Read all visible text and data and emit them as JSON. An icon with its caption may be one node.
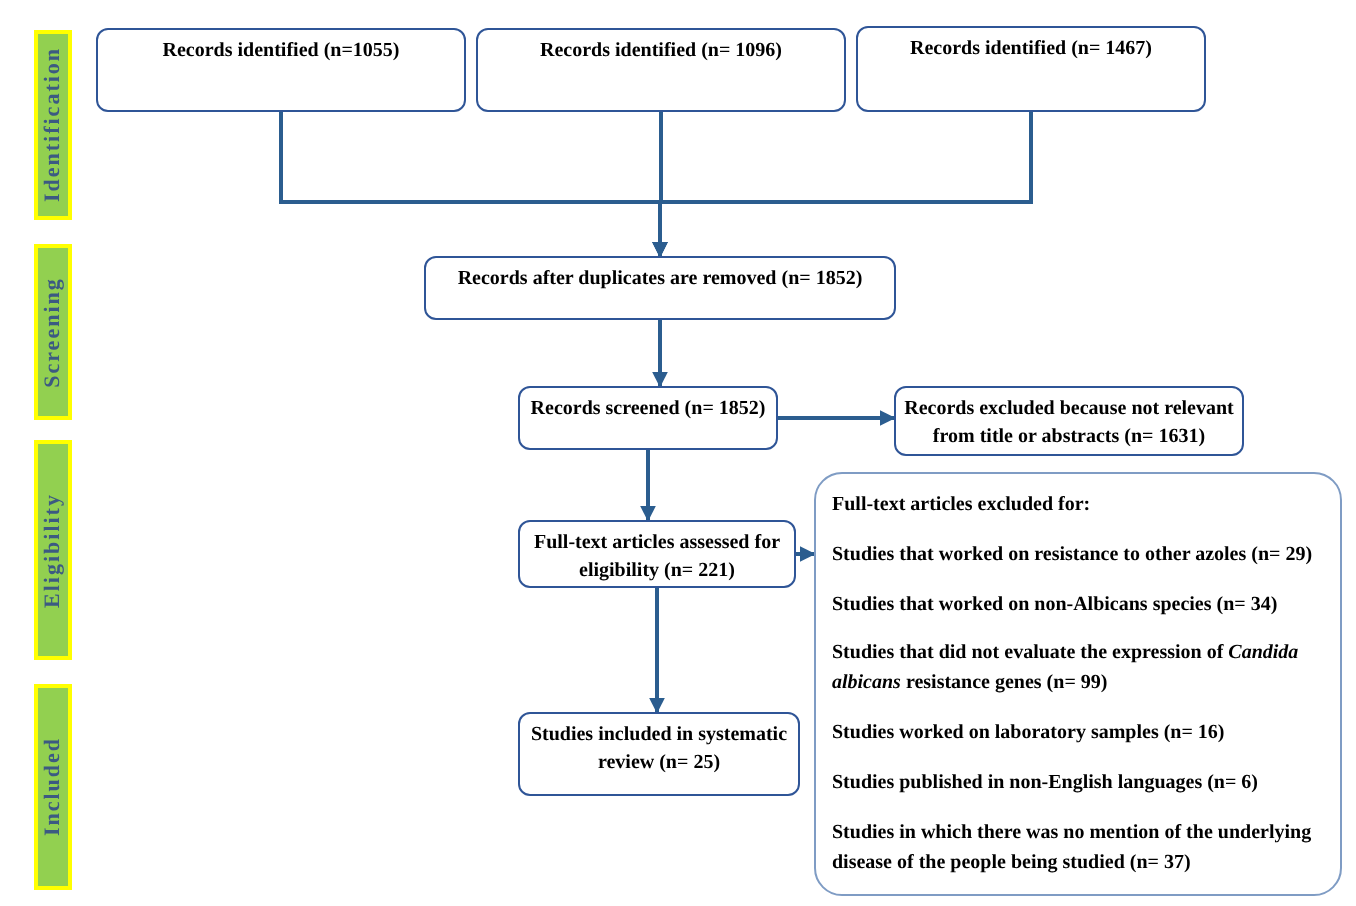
{
  "diagram": {
    "nodes": [
      {
        "text": [
          "Identification"
        ]
      },
      {
        "text": [
          "Screening"
        ]
      },
      {
        "text": [
          "Eligibility"
        ]
      },
      {
        "text": [
          "Included"
        ]
      },
      {
        "text": [
          "Records identified (n=1055)"
        ]
      },
      {
        "text": [
          "Records identified (n= 1096)"
        ]
      },
      {
        "text": [
          "Records identified (n= 1467)"
        ]
      },
      {
        "text": [
          "Records after duplicates are removed (n= 1852)"
        ]
      },
      {
        "text": [
          "Records screened (n= 1852)"
        ]
      },
      {
        "text": [
          "Records excluded because not relevant from title or abstracts (n= 1631)"
        ]
      },
      {
        "text": [
          "Full-text articles assessed for eligibility (n= 221)"
        ]
      },
      {
        "text": [
          "Full-text articles excluded for:",
          "Studies that worked on resistance to other azoles (n= 29)",
          "Studies that worked on non-Albicans species (n= 34)",
          "Studies that did not evaluate the expression of *Candida albicans* resistance genes (n= 99)",
          "Studies worked on laboratory samples (n= 16)",
          "Studies published in non-English languages (n= 6)",
          "Studies in which there was no mention of the underlying disease of the people being studied (n= 37)"
        ]
      },
      {
        "text": [
          "Studies included in systematic review (n= 25)"
        ]
      }
    ],
    "edges": [
      {
        "from": 4,
        "to": 7,
        "arrow": "to"
      },
      {
        "from": 5,
        "to": 7,
        "arrow": "to"
      },
      {
        "from": 6,
        "to": 7,
        "arrow": "to"
      },
      {
        "from": 7,
        "to": 8,
        "arrow": "to"
      },
      {
        "from": 8,
        "to": 9,
        "arrow": "to"
      },
      {
        "from": 8,
        "to": 10,
        "arrow": "to"
      },
      {
        "from": 10,
        "to": 11,
        "arrow": "to"
      },
      {
        "from": 10,
        "to": 12,
        "arrow": "to"
      }
    ]
  }
}
